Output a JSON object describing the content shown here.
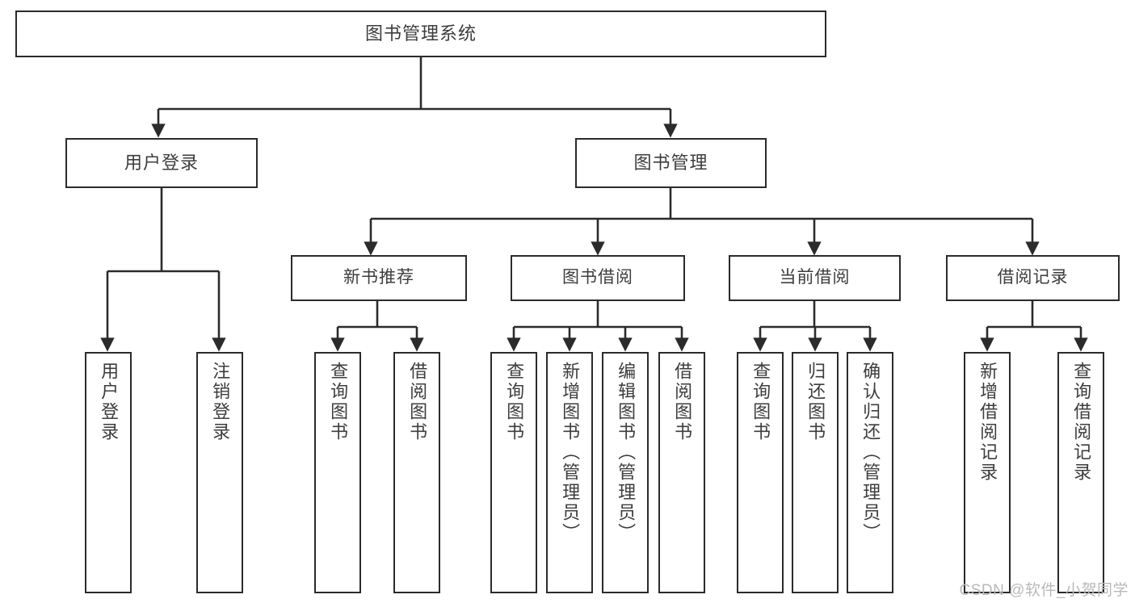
{
  "diagram": {
    "type": "tree",
    "title": "图书管理系统",
    "watermark": "CSDN @软件_小贺同学",
    "colors": {
      "stroke": "#2b2b2b",
      "text": "#3d3d3d",
      "background": "#ffffff",
      "watermark": "#b9b9b9"
    },
    "nodes": {
      "root": {
        "label": "图书管理系统"
      },
      "level1": [
        {
          "label": "用户登录"
        },
        {
          "label": "图书管理"
        }
      ],
      "level2": [
        {
          "label": "新书推荐"
        },
        {
          "label": "图书借阅"
        },
        {
          "label": "当前借阅"
        },
        {
          "label": "借阅记录"
        }
      ],
      "leaves": {
        "user_login": [
          {
            "label": "用户登录"
          },
          {
            "label": "注销登录"
          }
        ],
        "new_book": [
          {
            "label": "查询图书"
          },
          {
            "label": "借阅图书"
          }
        ],
        "book_borrow": [
          {
            "label": "查询图书"
          },
          {
            "label": "新增图书（管理员）"
          },
          {
            "label": "编辑图书（管理员）"
          },
          {
            "label": "借阅图书"
          }
        ],
        "current_borrow": [
          {
            "label": "查询图书"
          },
          {
            "label": "归还图书"
          },
          {
            "label": "确认归还（管理员）"
          }
        ],
        "borrow_record": [
          {
            "label": "新增借阅记录"
          },
          {
            "label": "查询借阅记录"
          }
        ]
      }
    }
  }
}
